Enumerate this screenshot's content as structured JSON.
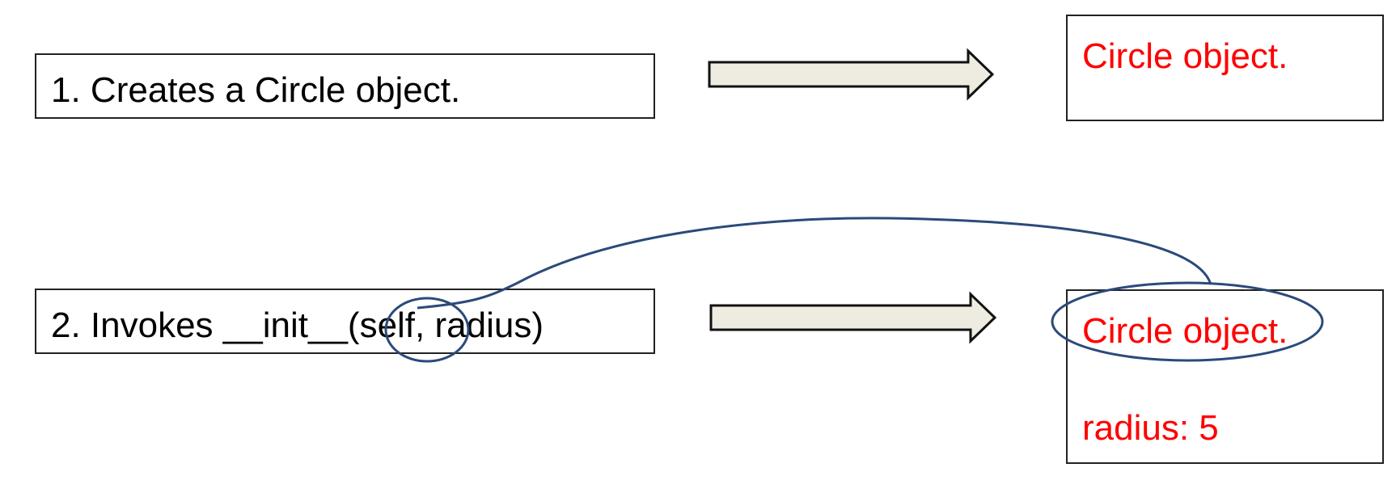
{
  "steps": [
    {
      "label": "1. Creates a Circle object."
    },
    {
      "label": "2. Invokes __init__(self, radius)"
    }
  ],
  "objects": [
    {
      "title": "Circle object."
    },
    {
      "title": "Circle object.",
      "attribute": "radius: 5"
    }
  ],
  "colors": {
    "step_text": "#000000",
    "object_text": "#ff0000",
    "arrow_fill": "#eeebe0",
    "arrow_stroke": "#111111",
    "highlight_curve": "#2a4a7a"
  }
}
